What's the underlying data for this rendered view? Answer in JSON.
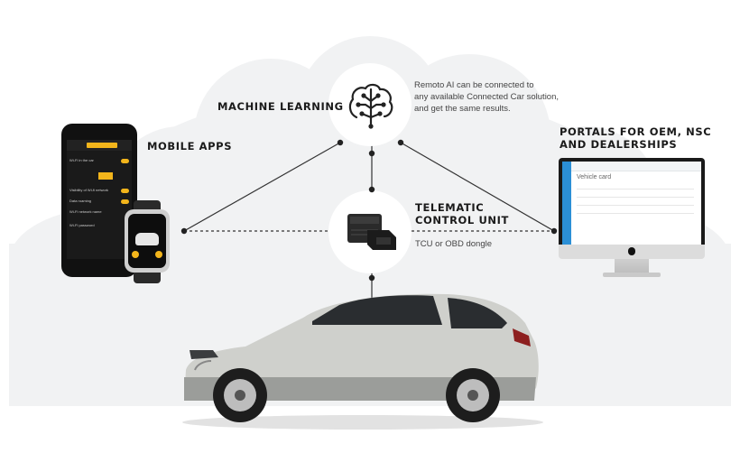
{
  "labels": {
    "mobile_apps": "MOBILE APPS",
    "machine_learning": "MACHINE LEARNING",
    "portals_line1": "PORTALS FOR OEM, NSC",
    "portals_line2": "AND DEALERSHIPS",
    "telematic_line1": "TELEMATIC",
    "telematic_line2": "CONTROL UNIT",
    "tcu_sub": "TCU or OBD dongle",
    "remoto_line1": "Remoto AI can be connected to",
    "remoto_line2": "any available Connected Car solution,",
    "remoto_line3": "and get the same results."
  },
  "phone": {
    "header_btn": "",
    "rows": [
      {
        "label": "Wi-Fi in the car"
      },
      {
        "label": "Visibility of Wi-fi network"
      },
      {
        "label": "Data roaming"
      },
      {
        "label": "Wi-Fi network name"
      },
      {
        "label": "Wi-Fi password"
      }
    ]
  },
  "monitor": {
    "title": "Vehicle card"
  },
  "colors": {
    "accent_yellow": "#f3b51b",
    "portal_blue": "#2b8fd6",
    "line": "#333333",
    "car_body": "#cfd0cc"
  }
}
